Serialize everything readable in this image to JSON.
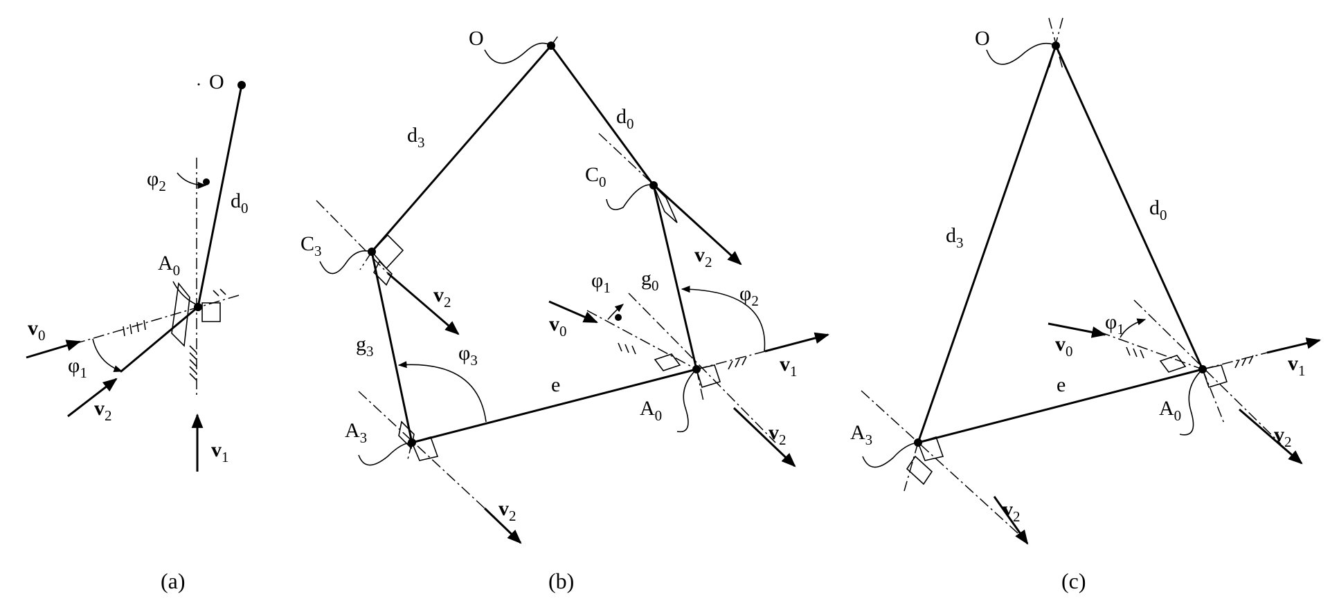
{
  "colors": {
    "ink": "#000000",
    "background": "#ffffff"
  },
  "captions": {
    "a": "(a)",
    "b": "(b)",
    "c": "(c)"
  },
  "labels": {
    "O": "O",
    "d": "d",
    "e": "e",
    "g": "g",
    "A": "A",
    "C": "C",
    "phi": "φ",
    "v": "v",
    "sub0": "0",
    "sub1": "1",
    "sub2": "2",
    "sub3": "3"
  }
}
